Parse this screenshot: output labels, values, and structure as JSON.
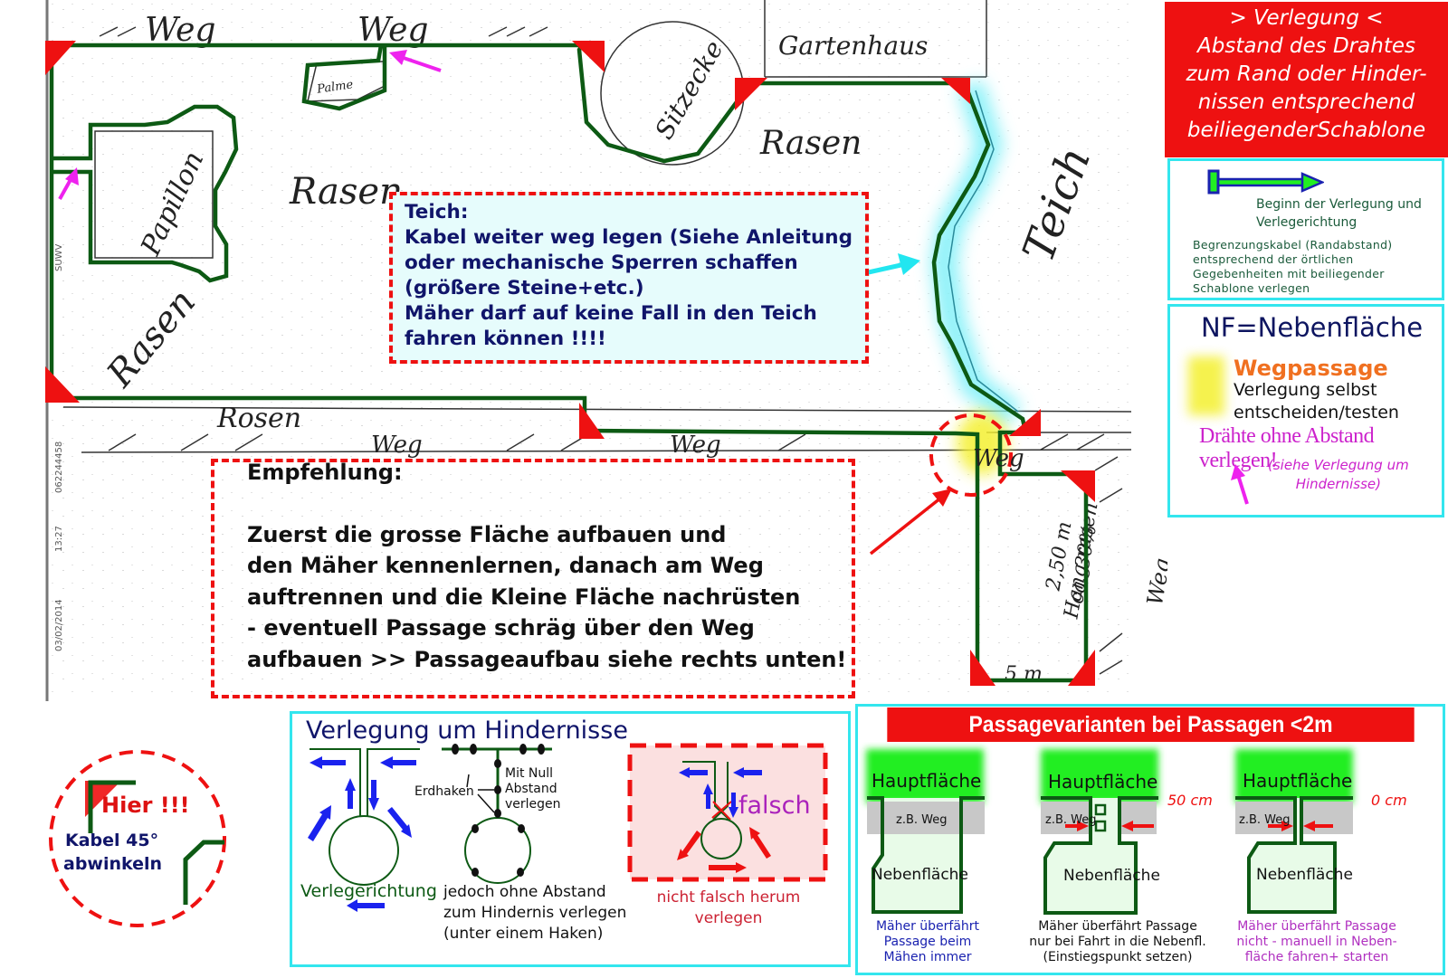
{
  "plan": {
    "labels": {
      "weg_top_1": "Weg",
      "weg_top_2": "Weg",
      "palme": "Palme",
      "sitzecke": "Sitzecke",
      "gartenhaus": "Gartenhaus",
      "rasen_top": "Rasen",
      "rasen_center": "Rasen",
      "rasen_left": "Rasen",
      "papillon": "Papillon",
      "teich": "Teich",
      "rosen": "Rosen",
      "weg_bottom_1": "Weg",
      "weg_bottom_2": "Weg",
      "weg_passage": "Weg",
      "hang_1": "2,50 m",
      "hang_2": "Hang rasen",
      "hang_3": "ca. 30%",
      "hang_4": "5 m",
      "side_label": "Weg",
      "margin_1": "062244458",
      "margin_2": "13:27",
      "margin_3": "03/02/2014",
      "margin_4": "SUWV"
    }
  },
  "legend": {
    "verlegung_title_lines": [
      "> Verlegung <",
      "Abstand des Drahtes",
      "zum Rand oder Hinder-",
      "nissen entsprechend",
      "beiliegenderSchablone"
    ],
    "begin_lines": [
      "Beginn der Verlegung und",
      "Verlegerichtung"
    ],
    "kabel_lines": [
      "Begrenzungskabel (Randabstand)",
      "entsprechend der örtlichen",
      "Gegebenheiten mit beiliegender",
      "Schablone verlegen"
    ],
    "nf": "NF=Nebenfläche",
    "wegpassage": "Wegpassage",
    "wegpassage_lines": [
      "Verlegung selbst",
      "entscheiden/testen"
    ],
    "draehte": "Drähte ohne Abstand verlegen!",
    "siehe_lines": [
      "(siehe Verlegung um",
      "Hindernisse)"
    ]
  },
  "notes": {
    "teich_lines": [
      "Teich:",
      "Kabel weiter weg legen (Siehe Anleitung",
      "oder mechanische Sperren schaffen",
      "(größere Steine+etc.)",
      "Mäher darf auf keine Fall in den Teich",
      "fahren können !!!!"
    ],
    "empf_title": "Empfehlung:",
    "empf_lines": [
      "Zuerst die grosse Fläche aufbauen und",
      "den Mäher kennenlernen, danach am Weg",
      "auftrennen und die Kleine Fläche nachrüsten",
      "- eventuell Passage schräg über den Weg",
      "aufbauen >> Passageaufbau siehe rechts unten!"
    ]
  },
  "hier": {
    "label": "Hier !!!",
    "kabel_lines": [
      "Kabel 45°",
      "abwinkeln"
    ]
  },
  "hindernisse": {
    "title": "Verlegung um Hindernisse",
    "verlegerichtung": "Verlegerichtung",
    "erdhaken": "Erdhaken",
    "mitnull_lines": [
      "Mit Null",
      "Abstand",
      "verlegen"
    ],
    "jedoch_lines": [
      "jedoch ohne Abstand",
      "zum Hindernis verlegen",
      "(unter einem Haken)"
    ],
    "falsch": "falsch",
    "nicht_lines": [
      "nicht falsch herum",
      "verlegen"
    ]
  },
  "passage": {
    "title": "Passagevarianten bei Passagen <2m",
    "variants": [
      {
        "haupt": "Hauptfläche",
        "weg": "z.B. Weg",
        "neben": "Nebenfläche",
        "distance": "",
        "caption_lines": [
          "Mäher überfährt",
          "Passage beim",
          "Mähen immer"
        ],
        "caption_color": "#1a22b0"
      },
      {
        "haupt": "Hauptfläche",
        "weg": "z.B. Weg",
        "neben": "Nebenfläche",
        "distance": "50 cm",
        "caption_lines": [
          "Mäher überfährt Passage",
          "nur bei Fahrt in die Nebenfl.",
          "(Einstiegspunkt setzen)"
        ],
        "caption_color": "#111111"
      },
      {
        "haupt": "Hauptfläche",
        "weg": "z.B. Weg",
        "neben": "Nebenfläche",
        "distance": "0 cm",
        "caption_lines": [
          "Mäher überfährt Passage",
          "nicht - manuell in Neben-",
          "fläche fahren+ starten"
        ],
        "caption_color": "#b030c0"
      }
    ]
  },
  "colors": {
    "wire": "#0d5a14",
    "warning": "#ee1111",
    "frame": "#33e6ee",
    "magenta": "#ee22ee",
    "cyan_arrow": "#22e6f0",
    "haupt_green": "#22ee22",
    "weg_grey": "#c8c8c8",
    "neben_green": "#e8fbe8"
  }
}
